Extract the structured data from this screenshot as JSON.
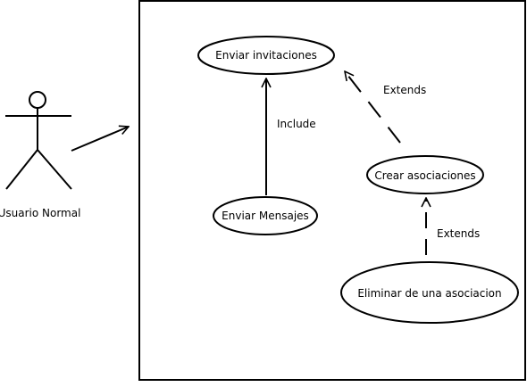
{
  "actor": {
    "name": "Usuario Normal"
  },
  "use_cases": {
    "enviar_invitaciones": "Enviar invitaciones",
    "enviar_mensajes": "Enviar Mensajes",
    "crear_asociaciones": "Crear asociaciones",
    "eliminar_asociacion": "Eliminar de una asociacion"
  },
  "relations": {
    "include_label": "Include",
    "extends_label_1": "Extends",
    "extends_label_2": "Extends"
  },
  "colors": {
    "stroke": "#000000",
    "background": "#ffffff"
  }
}
